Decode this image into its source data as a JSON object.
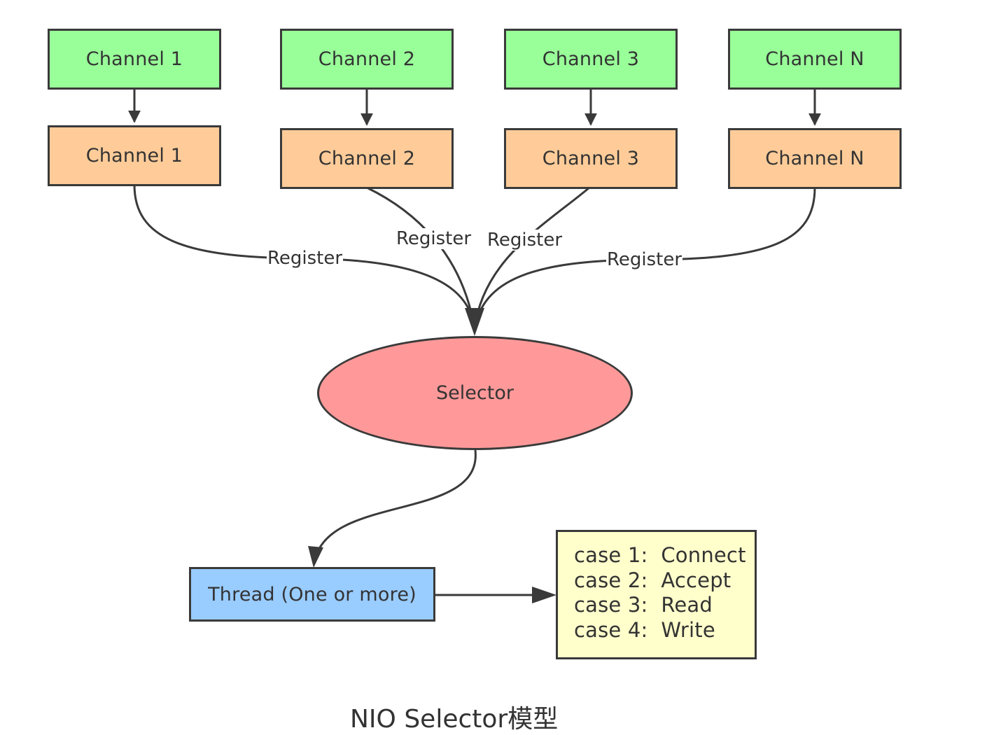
{
  "diagram": {
    "channel_row": [
      {
        "label": "Channel 1"
      },
      {
        "label": "Channel 2"
      },
      {
        "label": "Channel 3"
      },
      {
        "label": "Channel N"
      }
    ],
    "registered_row": [
      {
        "label": "Channel 1"
      },
      {
        "label": "Channel 2"
      },
      {
        "label": "Channel 3"
      },
      {
        "label": "Channel N"
      }
    ],
    "edge_labels": [
      "Register",
      "Register",
      "Register",
      "Register"
    ],
    "selector": {
      "label": "Selector"
    },
    "thread": {
      "label": "Thread (One or more)"
    },
    "cases": {
      "lines": [
        "case 1:  Connect",
        "case 2:  Accept",
        "case 3:  Read",
        "case 4:  Write"
      ]
    },
    "caption": "NIO Selector模型"
  },
  "colors": {
    "channel_fill": "#99ff99",
    "registered_fill": "#ffcc99",
    "selector_fill": "#ff9999",
    "thread_fill": "#99ccff",
    "cases_fill": "#ffffcc",
    "stroke": "#3a3a3a"
  }
}
